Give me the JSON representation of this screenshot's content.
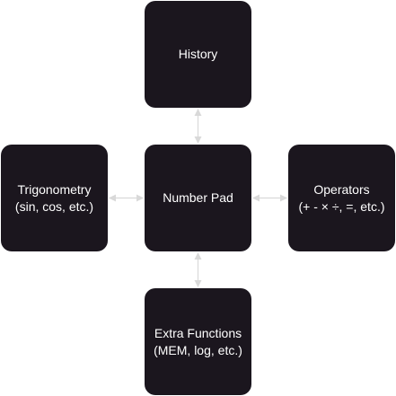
{
  "colors": {
    "node_fill": "#1b161e",
    "node_text": "#ffffff",
    "connector": "#d9d9d9",
    "background": "#ffffff"
  },
  "nodes": {
    "history": {
      "lines": [
        "History"
      ]
    },
    "trigonometry": {
      "lines": [
        "Trigonometry",
        "(sin, cos, etc.)"
      ]
    },
    "number_pad": {
      "lines": [
        "Number Pad"
      ]
    },
    "operators": {
      "lines": [
        "Operators",
        "(+ - × ÷, =, etc.)"
      ]
    },
    "extra_functions": {
      "lines": [
        "Extra Functions",
        "(MEM, log, etc.)"
      ]
    }
  }
}
